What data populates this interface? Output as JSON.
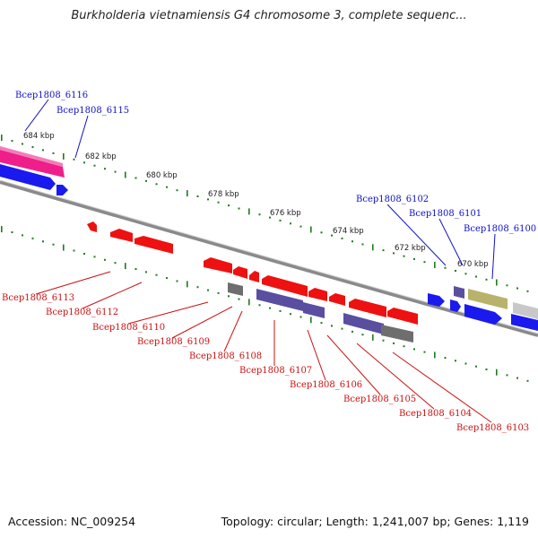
{
  "title": "Burkholderia vietnamiensis G4 chromosome 3, complete sequenc...",
  "footer": {
    "accession": "Accession: NC_009254",
    "summary": "Topology: circular; Length: 1,241,007 bp; Genes: 1,119"
  },
  "colors": {
    "backbone": "#8a8a8a",
    "tick": "#1f7a1f",
    "forward_label": "#1010c8",
    "reverse_label": "#cc1010",
    "red_gene": "#ee1111",
    "blue_gene": "#1a1aee",
    "pink_gene": "#ee1f8a",
    "purple_gene": "#5a4ea0",
    "gray_gene": "#6e6e6e",
    "olive_gene": "#b9b26a",
    "lightgray_gene": "#c8c8c8"
  },
  "scale": {
    "unit": "kbp",
    "ticks": [
      "684 kbp",
      "682 kbp",
      "680 kbp",
      "678 kbp",
      "676 kbp",
      "674 kbp",
      "672 kbp",
      "670 kbp"
    ]
  },
  "genes": {
    "forward": [
      "Bcep1808_6116",
      "Bcep1808_6115",
      "Bcep1808_6102",
      "Bcep1808_6101",
      "Bcep1808_6100"
    ],
    "reverse": [
      "Bcep1808_6113",
      "Bcep1808_6112",
      "Bcep1808_6110",
      "Bcep1808_6109",
      "Bcep1808_6108",
      "Bcep1808_6107",
      "Bcep1808_6106",
      "Bcep1808_6105",
      "Bcep1808_6104",
      "Bcep1808_6103"
    ]
  }
}
